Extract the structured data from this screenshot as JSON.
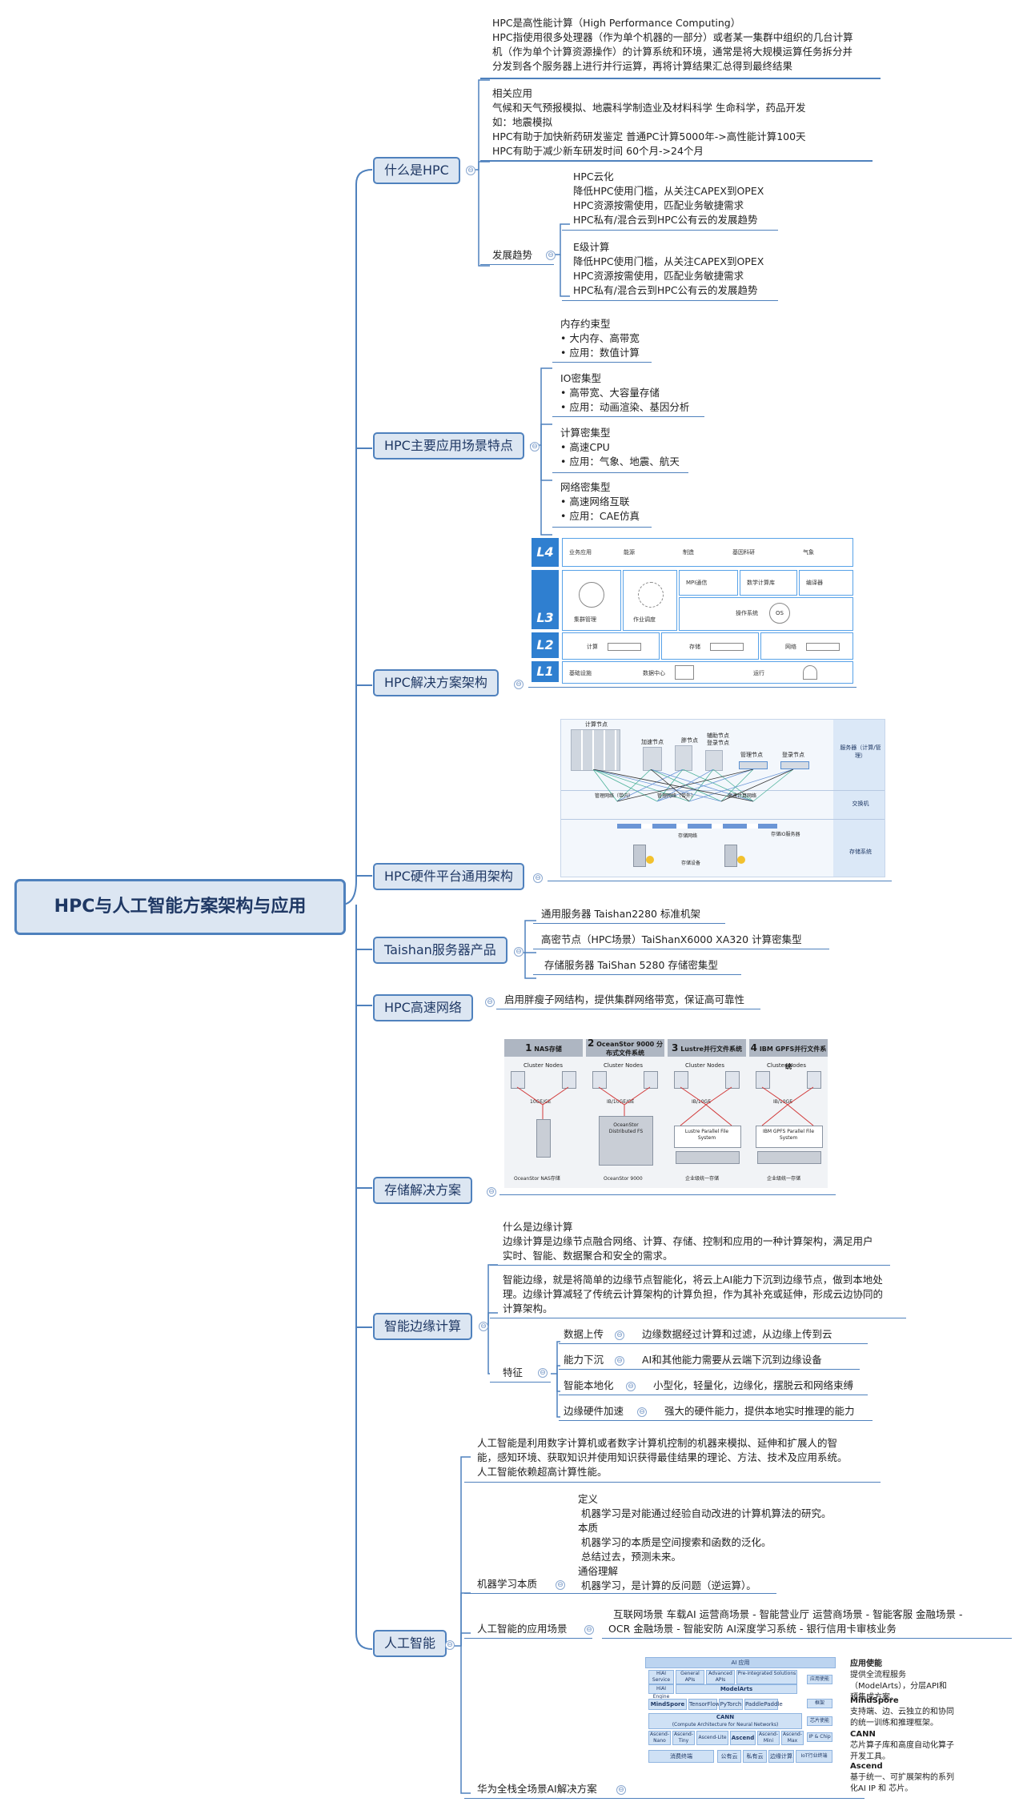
{
  "root": "HPC与人工智能方案架构与应用",
  "colors": {
    "line": "#4f81bd",
    "box_fill": "#dce6f2",
    "box_border": "#4f81bd"
  },
  "b1": {
    "title": "什么是HPC",
    "intro": [
      "HPC是高性能计算（High Performance Computing）",
      "HPC指使用很多处理器（作为单个机器的一部分）或者某一集群中组织的几台计算",
      "机（作为单个计算资源操作）的计算系统和环境，通常是将大规模运算任务拆分并",
      "分发到各个服务器上进行并行运算，再将计算结果汇总得到最终结果"
    ],
    "apps": [
      "相关应用",
      "气候和天气预报模拟、地震科学制造业及材料科学  生命科学，药品开发",
      "如：地震模拟",
      "HPC有助于加快新药研发鉴定  普通PC计算5000年->高性能计算100天",
      "HPC有助于减少新车研发时间  60个月->24个月"
    ],
    "trend_label": "发展趋势",
    "cloud": [
      "HPC云化",
      "降低HPC使用门槛，从关注CAPEX到OPEX",
      "HPC资源按需使用，匹配业务敏捷需求",
      "HPC私有/混合云到HPC公有云的发展趋势"
    ],
    "exa": [
      "E级计算",
      "降低HPC使用门槛，从关注CAPEX到OPEX",
      "HPC资源按需使用，匹配业务敏捷需求",
      "HPC私有/混合云到HPC公有云的发展趋势"
    ]
  },
  "b2": {
    "title": "HPC主要应用场景特点",
    "groups": [
      [
        "内存约束型",
        "• 大内存、高带宽",
        "• 应用：数值计算"
      ],
      [
        "IO密集型",
        "• 高带宽、大容量存储",
        "• 应用：动画渲染、基因分析"
      ],
      [
        "计算密集型",
        "• 高速CPU",
        "• 应用：气象、地震、航天"
      ],
      [
        "网络密集型",
        "• 高速网络互联",
        "• 应用：CAE仿真"
      ]
    ]
  },
  "b3": {
    "title": "HPC解决方案架构",
    "layers": [
      "L4",
      "L3",
      "L2",
      "L1"
    ],
    "l4": [
      "业务应用",
      "能源",
      "制造",
      "基因科研",
      "气象"
    ],
    "l3": [
      "集群管理",
      "作业调度",
      "MPI通信",
      "数学计算库",
      "编译器",
      "操作系统",
      "OS"
    ],
    "l2": [
      "计算",
      "存储",
      "网络"
    ],
    "l1": [
      "基础设施",
      "数据中心",
      "运行"
    ]
  },
  "b4": {
    "title": "HPC硬件平台通用架构",
    "zones": [
      "服务器（计算/管理）",
      "交换机",
      "存储系统"
    ],
    "nodes": [
      "计算节点",
      "胖节点",
      "加速节点",
      "辅助节点 登录节点",
      "管理节点",
      "登录节点",
      "管理网络（带内）",
      "管理网络（带外）",
      "高速计算网络",
      "存储网络",
      "存储IO服务器",
      "存储设备"
    ]
  },
  "b5": {
    "title": "Taishan服务器产品",
    "items": [
      "通用服务器  Taishan2280    标准机架",
      "高密节点（HPC场景）TaiShanX6000   XA320    计算密集型",
      "存储服务器  TaiShan 5280 存储密集型"
    ]
  },
  "b6": {
    "title": "HPC高速网络",
    "items": [
      "启用胖瘦子网结构，提供集群网络带宽，保证高可靠性"
    ]
  },
  "b7": {
    "title": "存储解决方案",
    "cols": [
      {
        "num": "1",
        "name": "NAS存储",
        "nodes": "Cluster Nodes",
        "net": "10GE/GE",
        "fs": "",
        "foot": "OceanStor NAS存储"
      },
      {
        "num": "2",
        "name": "OceanStor 9000 分布式文件系统",
        "nodes": "Cluster Nodes",
        "net": "IB/10GE/GE",
        "fs": "OceanStor Distributed FS",
        "foot": "OceanStor 9000"
      },
      {
        "num": "3",
        "name": "Lustre并行文件系统",
        "nodes": "Cluster Nodes",
        "net": "IB/10GE",
        "fs": "Lustre Parallel File System",
        "foot": "企业级统一存储"
      },
      {
        "num": "4",
        "name": "IBM GPFS并行文件系统",
        "nodes": "Cluster Nodes",
        "net": "IB/10GE",
        "fs": "IBM GPFS Parallel File System",
        "foot": "企业级统一存储"
      }
    ]
  },
  "b8": {
    "title": "智能边缘计算",
    "what": [
      "什么是边缘计算",
      "边缘计算是边缘节点融合网络、计算、存储、控制和应用的一种计算架构，满足用户",
      "实时、智能、数据聚合和安全的需求。"
    ],
    "smart": [
      "智能边缘，就是将简单的边缘节点智能化，将云上AI能力下沉到边缘节点，做到本地处",
      "理。边缘计算减轻了传统云计算架构的计算负担，作为其补充或延伸，形成云边协同的",
      "计算架构。"
    ],
    "feat_label": "特征",
    "features": [
      {
        "k": "数据上传",
        "v": "边缘数据经过计算和过滤，从边缘上传到云"
      },
      {
        "k": "能力下沉",
        "v": "AI和其他能力需要从云端下沉到边缘设备"
      },
      {
        "k": "智能本地化",
        "v": "小型化，轻量化，边缘化，摆脱云和网络束缚"
      },
      {
        "k": "边缘硬件加速",
        "v": "强大的硬件能力，提供本地实时推理的能力"
      }
    ]
  },
  "b9": {
    "title": "人工智能",
    "intro": [
      "人工智能是利用数字计算机或者数字计算机控制的机器来模拟、延伸和扩展人的智",
      "能，感知环境、获取知识并使用知识获得最佳结果的理论、方法、技术及应用系统。",
      "人工智能依赖超高计算性能。"
    ],
    "ml_label": "机器学习本质",
    "ml": [
      "定义",
      "机器学习是对能通过经验自动改进的计算机算法的研究。",
      "本质",
      "机器学习的本质是空间搜索和函数的泛化。",
      "总结过去，预测未来。",
      "通俗理解",
      "机器学习，是计算的反问题（逆运算）。"
    ],
    "app_label": "人工智能的应用场景",
    "apps": [
      "互联网场景   车载AI  运营商场景 - 智能营业厅  运营商场景 - 智能客服  金融场景 -",
      "OCR   金融场景 - 智能安防  AI深度学习系统 - 银行信用卡审核业务"
    ],
    "hw_label": "华为全栈全场景AI解决方案",
    "stack": {
      "top": "AI 应用",
      "row2": [
        "HiAI Service",
        "General APIs",
        "Advanced APIs",
        "Pre-integrated Solutions"
      ],
      "engine": [
        "HiAI Engine",
        "ModelArts"
      ],
      "fw": [
        "MindSpore",
        "TensorFlow",
        "PyTorch",
        "PaddlePaddle"
      ],
      "cann": "CANN",
      "cann_sub": "(Compute Architecture for Neural Networks)",
      "chips": [
        "Ascend-Nano",
        "Ascend-Tiny",
        "Ascend-Lite",
        "Ascend",
        "Ascend-Mini",
        "Ascend-Max"
      ],
      "bottom": [
        "消费终端",
        "公有云",
        "私有云",
        "边缘计算",
        "IoT行业终端"
      ],
      "side": [
        "应用使能",
        "框架",
        "芯片使能",
        "IP & Chip"
      ]
    },
    "notes": [
      {
        "h": "应用使能",
        "t": "提供全流程服务（ModelArts），分层API和预集成方案。"
      },
      {
        "h": "MindSpore",
        "t": "支持端、边、云独立的和协同的统一训练和推理框架。"
      },
      {
        "h": "CANN",
        "t": "芯片算子库和高度自动化算子开发工具。"
      },
      {
        "h": "Ascend",
        "t": "基于统一、可扩展架构的系列化AI IP 和 芯片。"
      }
    ]
  }
}
